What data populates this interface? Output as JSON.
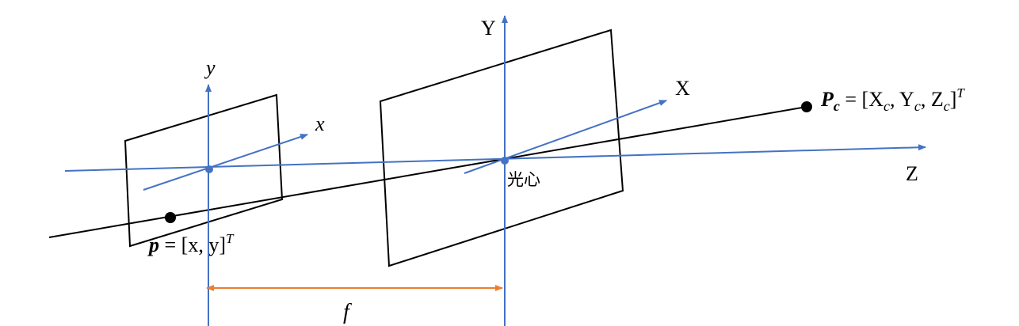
{
  "colors": {
    "axis": "#4472c4",
    "frame": "#000000",
    "ray": "#000000",
    "focal": "#ed7d31"
  },
  "labels": {
    "world_y": "Y",
    "world_x": "X",
    "world_z": "Z",
    "image_y": "y",
    "image_x": "x",
    "optical_center": "光心",
    "focal_length": "f",
    "p_symbol": "p",
    "p_equation": " = [x, y]",
    "p_superscript": "T",
    "pc_symbol": "P",
    "pc_subscript": "c",
    "pc_equation": " = [X",
    "pc_sub1": "c",
    "pc_mid1": ", Y",
    "pc_sub2": "c",
    "pc_mid2": ", Z",
    "pc_sub3": "c",
    "pc_end": "]",
    "pc_superscript": "T"
  }
}
